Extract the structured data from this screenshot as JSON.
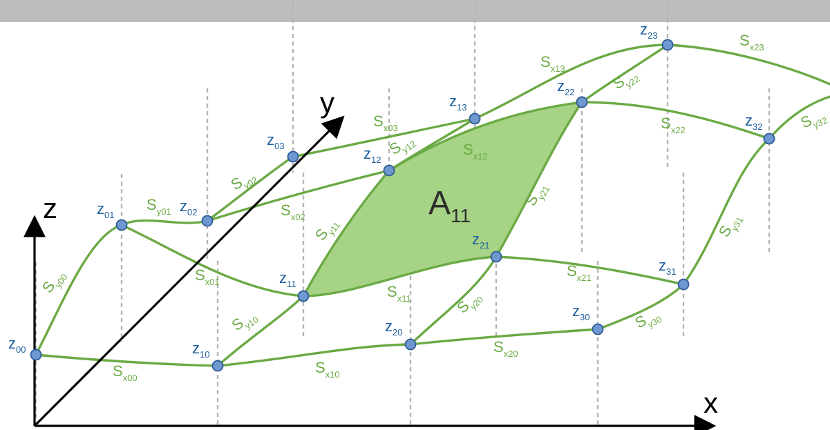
{
  "axes": {
    "x_label": "x",
    "y_label": "y",
    "z_label": "z"
  },
  "area": {
    "label": "A",
    "sub": "11"
  },
  "nodes": [
    {
      "id": "z00",
      "letter": "z",
      "sub": "00"
    },
    {
      "id": "z01",
      "letter": "z",
      "sub": "01"
    },
    {
      "id": "z02",
      "letter": "z",
      "sub": "02"
    },
    {
      "id": "z03",
      "letter": "z",
      "sub": "03"
    },
    {
      "id": "z10",
      "letter": "z",
      "sub": "10"
    },
    {
      "id": "z11",
      "letter": "z",
      "sub": "11"
    },
    {
      "id": "z12",
      "letter": "z",
      "sub": "12"
    },
    {
      "id": "z13",
      "letter": "z",
      "sub": "13"
    },
    {
      "id": "z20",
      "letter": "z",
      "sub": "20"
    },
    {
      "id": "z21",
      "letter": "z",
      "sub": "21"
    },
    {
      "id": "z22",
      "letter": "z",
      "sub": "22"
    },
    {
      "id": "z23",
      "letter": "z",
      "sub": "23"
    },
    {
      "id": "z30",
      "letter": "z",
      "sub": "30"
    },
    {
      "id": "z31",
      "letter": "z",
      "sub": "31"
    },
    {
      "id": "z32",
      "letter": "z",
      "sub": "32"
    }
  ],
  "splines_x": [
    {
      "id": "sx00",
      "letter": "S",
      "sub": "x00"
    },
    {
      "id": "sx01",
      "letter": "S",
      "sub": "x01"
    },
    {
      "id": "sx02",
      "letter": "S",
      "sub": "x02"
    },
    {
      "id": "sx03",
      "letter": "S",
      "sub": "x03"
    },
    {
      "id": "sx10",
      "letter": "S",
      "sub": "x10"
    },
    {
      "id": "sx11",
      "letter": "S",
      "sub": "x11"
    },
    {
      "id": "sx12",
      "letter": "S",
      "sub": "x12"
    },
    {
      "id": "sx13",
      "letter": "S",
      "sub": "x13"
    },
    {
      "id": "sx20",
      "letter": "S",
      "sub": "x20"
    },
    {
      "id": "sx21",
      "letter": "S",
      "sub": "x21"
    },
    {
      "id": "sx22",
      "letter": "S",
      "sub": "x22"
    },
    {
      "id": "sx23",
      "letter": "S",
      "sub": "x23"
    }
  ],
  "splines_y": [
    {
      "id": "sy00",
      "letter": "S",
      "sub": "y00"
    },
    {
      "id": "sy01",
      "letter": "S",
      "sub": "y01"
    },
    {
      "id": "sy02",
      "letter": "S",
      "sub": "y02"
    },
    {
      "id": "sy10",
      "letter": "S",
      "sub": "y10"
    },
    {
      "id": "sy11",
      "letter": "S",
      "sub": "y11"
    },
    {
      "id": "sy12",
      "letter": "S",
      "sub": "y12"
    },
    {
      "id": "sy20",
      "letter": "S",
      "sub": "y20"
    },
    {
      "id": "sy21",
      "letter": "S",
      "sub": "y21"
    },
    {
      "id": "sy22",
      "letter": "S",
      "sub": "y22"
    },
    {
      "id": "sy30",
      "letter": "S",
      "sub": "y30"
    },
    {
      "id": "sy31",
      "letter": "S",
      "sub": "y31"
    },
    {
      "id": "sy32",
      "letter": "S",
      "sub": "y32"
    }
  ],
  "colors": {
    "spline": "#6aaa44",
    "patch_fill": "#a6d385",
    "node_fill": "#6f98d0",
    "node_label": "#1f5f9f",
    "grid": "#b4b4b4",
    "axis": "#000000",
    "top_bar": "#bdbdbd"
  }
}
